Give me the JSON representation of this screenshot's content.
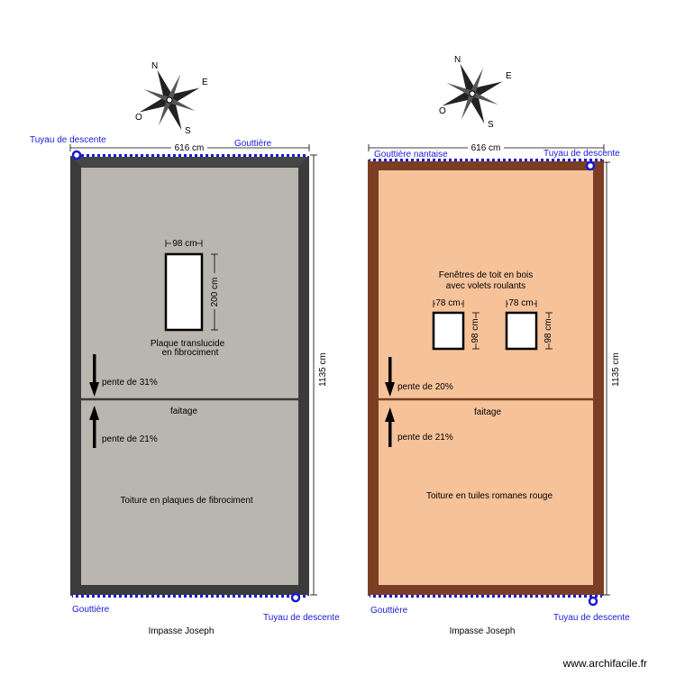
{
  "colors": {
    "gutter_blue": "#1a1ad6",
    "left_border": "#3a3a3a",
    "left_fill": "#b7b5ad",
    "right_border": "#7a3e24",
    "right_fill": "#f6c29a"
  },
  "left_roof": {
    "width_label": "616 cm",
    "height_label": "1135 cm",
    "top_left_pipe": "Tuyau de descente",
    "top_gutter": "Gouttière",
    "bottom_gutter": "Gouttière",
    "bottom_right_pipe": "Tuyau de descente",
    "street": "Impasse Joseph",
    "window_width": "98 cm",
    "window_height": "200 cm",
    "window_label_1": "Plaque translucide",
    "window_label_2": "en fibrociment",
    "slope_top": "pente de 31%",
    "ridge": "faitage",
    "slope_bottom": "pente de 21%",
    "material": "Toiture en plaques de fibrociment"
  },
  "right_roof": {
    "width_label": "616 cm",
    "height_label": "1135 cm",
    "top_gutter": "Gouttière nantaise",
    "top_right_pipe": "Tuyau de descente",
    "bottom_gutter": "Gouttière",
    "bottom_right_pipe": "Tuyau de descente",
    "street": "Impasse Joseph",
    "windows_label_1": "Fenêtres de toit en bois",
    "windows_label_2": "avec volets roulants",
    "window1_width": "78 cm",
    "window1_height": "98 cm",
    "window2_width": "78 cm",
    "window2_height": "98 cm",
    "slope_top": "pente de 20%",
    "ridge": "faitage",
    "slope_bottom": "pente de 21%",
    "material": "Toiture en tuiles romanes rouge"
  },
  "compass_letters": {
    "n": "N",
    "s": "S",
    "e": "E",
    "o": "O"
  },
  "credit": "www.archifacile.fr"
}
